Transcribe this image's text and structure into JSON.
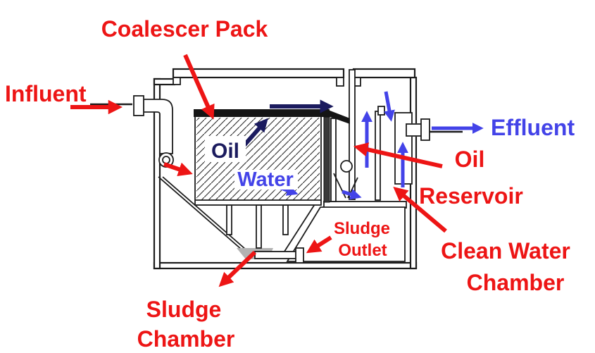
{
  "labels": {
    "coalescer_pack": "Coalescer Pack",
    "influent": "Influent",
    "effluent": "Effluent",
    "oil_reservoir_line1": "Oil",
    "oil_reservoir_line2": "Reservoir",
    "clean_water_chamber_line1": "Clean Water",
    "clean_water_chamber_line2": "Chamber",
    "sludge_chamber_line1": "Sludge",
    "sludge_chamber_line2": "Chamber",
    "sludge_outlet_line1": "Sludge",
    "sludge_outlet_line2": "Outlet",
    "oil_zone": "Oil",
    "water_zone": "Water"
  },
  "colors": {
    "label_red": "#ed1515",
    "flow_blue": "#4343e8",
    "oil_navy": "#1b1b5e",
    "line_black": "#1c1c1c",
    "sludge_gray": "#b3b3b3"
  }
}
